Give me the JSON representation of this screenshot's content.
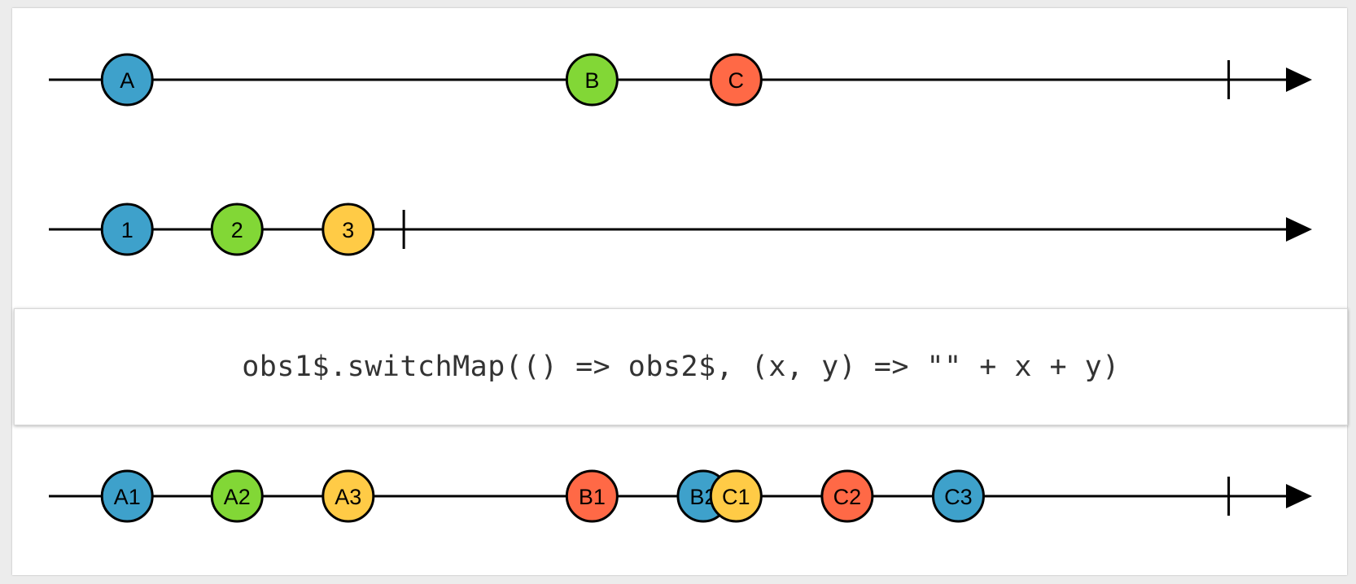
{
  "colors": {
    "blue": "#3ea1cb",
    "green": "#82d736",
    "yellow": "#ffcb46",
    "red": "#ff6946",
    "line": "#000000",
    "background": "#ececec",
    "card": "#ffffff"
  },
  "timelines": [
    {
      "id": "source",
      "marbles": [
        {
          "label": "A",
          "color": "blue",
          "time": 0.062
        },
        {
          "label": "B",
          "color": "green",
          "time": 0.43
        },
        {
          "label": "C",
          "color": "red",
          "time": 0.544
        }
      ],
      "complete": 0.934
    },
    {
      "id": "inner",
      "marbles": [
        {
          "label": "1",
          "color": "blue",
          "time": 0.062
        },
        {
          "label": "2",
          "color": "green",
          "time": 0.149
        },
        {
          "label": "3",
          "color": "yellow",
          "time": 0.237
        }
      ],
      "complete": 0.281
    },
    {
      "id": "result",
      "marbles": [
        {
          "label": "A1",
          "color": "blue",
          "time": 0.062
        },
        {
          "label": "A2",
          "color": "green",
          "time": 0.149
        },
        {
          "label": "A3",
          "color": "yellow",
          "time": 0.237
        },
        {
          "label": "B1",
          "color": "red",
          "time": 0.43
        },
        {
          "label": "B2",
          "color": "blue",
          "time": 0.518
        },
        {
          "label": "C1",
          "color": "yellow",
          "time": 0.544
        },
        {
          "label": "C2",
          "color": "red",
          "time": 0.632
        },
        {
          "label": "C3",
          "color": "blue",
          "time": 0.72
        }
      ],
      "complete": 0.934
    }
  ],
  "operator": {
    "expression": "obs1$.switchMap(() => obs2$, (x, y) => \"\" + x + y)"
  }
}
